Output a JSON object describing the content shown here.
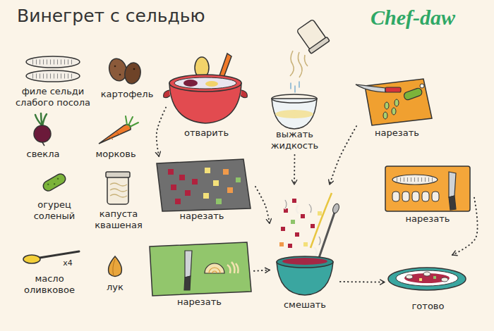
{
  "diagram": {
    "title": "Винегрет с сельдью",
    "nodes": [
      {
        "text": [
          "отварить"
        ]
      },
      {
        "text": [
          "выжать жидкость"
        ]
      },
      {
        "text": [
          "нарезать"
        ]
      },
      {
        "text": [
          "нарезать"
        ]
      },
      {
        "text": [
          "нарезать"
        ]
      },
      {
        "text": [
          "нарезать"
        ]
      },
      {
        "text": [
          "смешать"
        ]
      },
      {
        "text": [
          "готово"
        ]
      }
    ],
    "edges": [
      {
        "from": 0,
        "to": 3,
        "arrow": "to"
      },
      {
        "from": 3,
        "to": 6,
        "arrow": "to"
      },
      {
        "from": 1,
        "to": 6,
        "arrow": "to"
      },
      {
        "from": 2,
        "to": 6,
        "arrow": "to"
      },
      {
        "from": 5,
        "to": 6,
        "arrow": "to"
      },
      {
        "from": 4,
        "to": 7,
        "arrow": "to"
      },
      {
        "from": 6,
        "to": 7,
        "arrow": "to"
      }
    ],
    "labels": [
      "Chef-daw",
      "филе сельди слабого посола",
      "картофель",
      "свекла",
      "морковь",
      "огурец соленый",
      "капуста квашеная",
      "х4",
      "масло оливковое",
      "лук"
    ]
  }
}
